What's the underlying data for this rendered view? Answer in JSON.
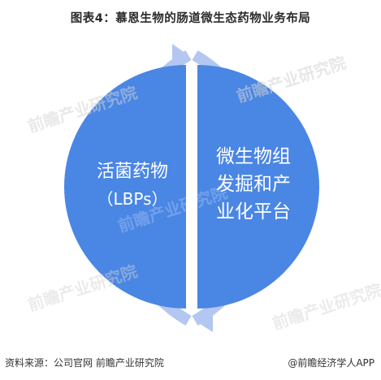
{
  "title": "图表4：慕恩生物的肠道微生态药物业务布局",
  "left_node": {
    "line1": "活菌药物",
    "line2": "（LBPs）"
  },
  "right_node": {
    "line1": "微生物组",
    "line2": "发掘和产",
    "line3": "业化平台"
  },
  "watermark": "前瞻产业研究院",
  "source": "资料来源：公司官网 前瞻产业研究院",
  "brand": "@前瞻经济学人APP",
  "colors": {
    "node_fill": "#4a86e4",
    "arrow_ring": "#b3c7f1",
    "title": "#2b2b2b"
  }
}
